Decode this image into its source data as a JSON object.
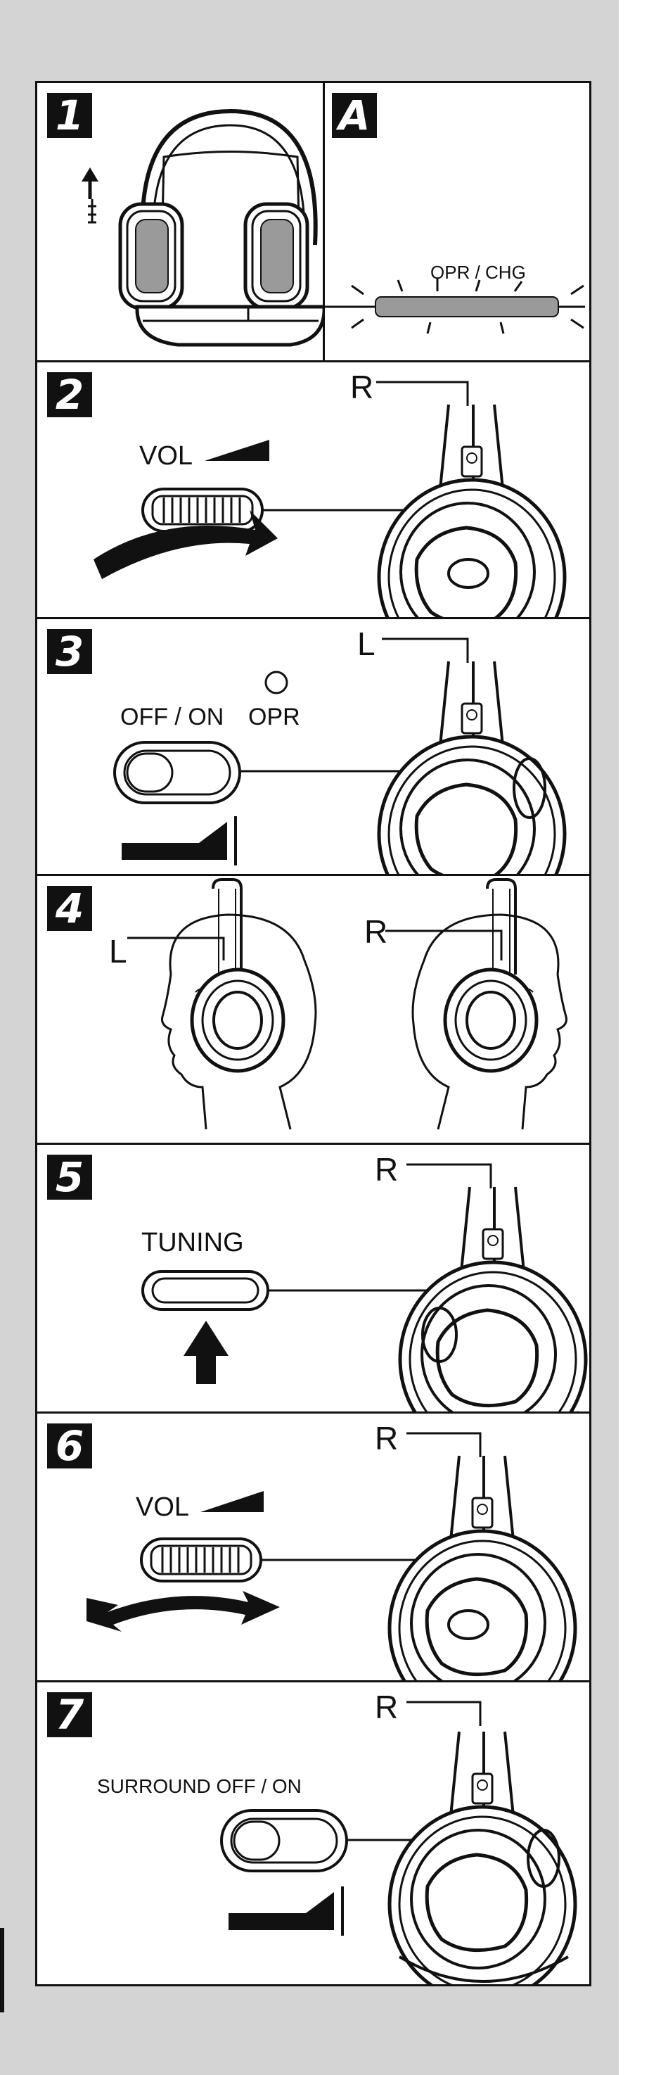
{
  "steps": [
    {
      "number": "1",
      "letter": "A",
      "indicator_label": "OPR / CHG"
    },
    {
      "number": "2",
      "control_label": "VOL",
      "side_marker": "R"
    },
    {
      "number": "3",
      "control_label": "OFF / ON",
      "lamp_label": "OPR",
      "side_marker": "L"
    },
    {
      "number": "4",
      "left_marker": "L",
      "right_marker": "R"
    },
    {
      "number": "5",
      "control_label": "TUNING",
      "side_marker": "R"
    },
    {
      "number": "6",
      "control_label": "VOL",
      "side_marker": "R"
    },
    {
      "number": "7",
      "control_label": "SURROUND OFF / ON",
      "side_marker": "R"
    }
  ],
  "colors": {
    "ink": "#111111",
    "sheet": "#d4d4d4",
    "indicator": "#9a9a9a"
  }
}
